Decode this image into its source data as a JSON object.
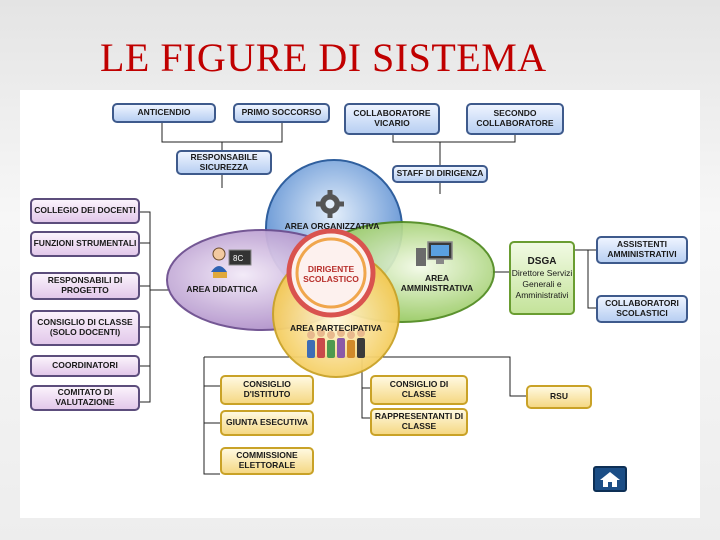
{
  "title": "LE FIGURE DI SISTEMA",
  "top_boxes": {
    "anticendio": "ANTICENDIO",
    "primo_soccorso": "PRIMO SOCCORSO",
    "collaboratore_vicario": "COLLABORATORE VICARIO",
    "secondo_collaboratore": "SECONDO COLLABORATORE",
    "responsabile_sicurezza": "RESPONSABILE SICUREZZA",
    "staff_dirigenza": "STAFF DI DIRIGENZA"
  },
  "left_boxes": [
    "COLLEGIO DEI DOCENTI",
    "FUNZIONI STRUMENTALI",
    "RESPONSABILI DI PROGETTO",
    "CONSIGLIO DI CLASSE (SOLO DOCENTI)",
    "COORDINATORI",
    "COMITATO DI VALUTAZIONE"
  ],
  "circles": {
    "organizzativa": "AREA ORGANIZZATIVA",
    "didattica": "AREA DIDATTICA",
    "amministrativa": "AREA AMMINISTRATIVA",
    "partecipativa": "AREA PARTECIPATIVA",
    "dirigente": "DIRIGENTE SCOLASTICO"
  },
  "right": {
    "dsga_title": "DSGA",
    "dsga_sub": "Direttore Servizi Generali e Amministrativi",
    "assistenti": "ASSISTENTI AMMINISTRATIVI",
    "collaboratori": "COLLABORATORI SCOLASTICI"
  },
  "bottom": {
    "consiglio_istituto": "CONSIGLIO D'ISTITUTO",
    "giunta": "GIUNTA ESECUTIVA",
    "commissione": "COMMISSIONE ELETTORALE",
    "consiglio_classe": "CONSIGLIO DI CLASSE",
    "rappresentanti": "RAPPRESENTANTI DI CLASSE",
    "rsu": "RSU"
  },
  "colors": {
    "title": "#c00000",
    "blue_box": "#3e5a8c",
    "pink_box": "#5c4d7c",
    "yellow_box": "#c9a227",
    "green_box": "#6a9d31",
    "center_red": "#d9534f"
  },
  "icons": [
    "gear-icon",
    "teacher-icon",
    "computer-icon",
    "people-icon",
    "home-icon"
  ]
}
